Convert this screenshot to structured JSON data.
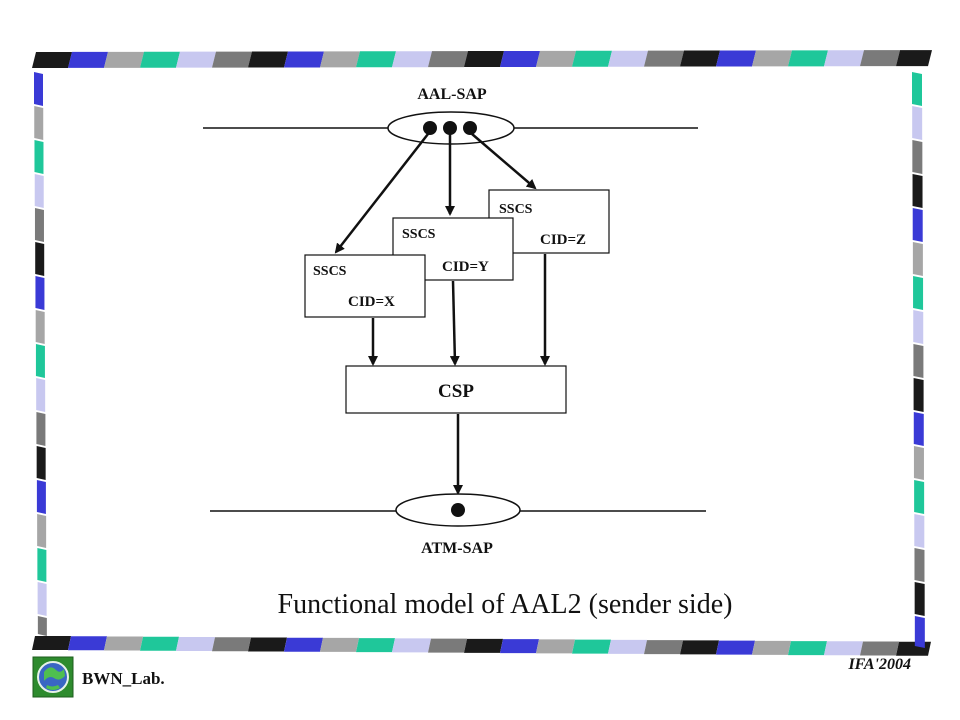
{
  "diagram": {
    "top_sap_label": "AAL-SAP",
    "bottom_sap_label": "ATM-SAP",
    "ssc_boxes": [
      {
        "name": "SSCS",
        "cid": "CID=X"
      },
      {
        "name": "SSCS",
        "cid": "CID=Y"
      },
      {
        "name": "SSCS",
        "cid": "CID=Z"
      }
    ],
    "csp_label": "CSP",
    "caption": "Functional model of AAL2 (sender side)"
  },
  "footer": {
    "lab_label": "BWN_Lab.",
    "conference_label": "IFA'2004",
    "logo_icon": "globe-logo-icon"
  },
  "colors": {
    "frame_palette": [
      "#1a1a1a",
      "#3a3ad6",
      "#a6a6a6",
      "#1fc79a",
      "#c8c8f0",
      "#7a7a7a"
    ],
    "ink": "#111111",
    "logo_green": "#2e8b2e"
  }
}
